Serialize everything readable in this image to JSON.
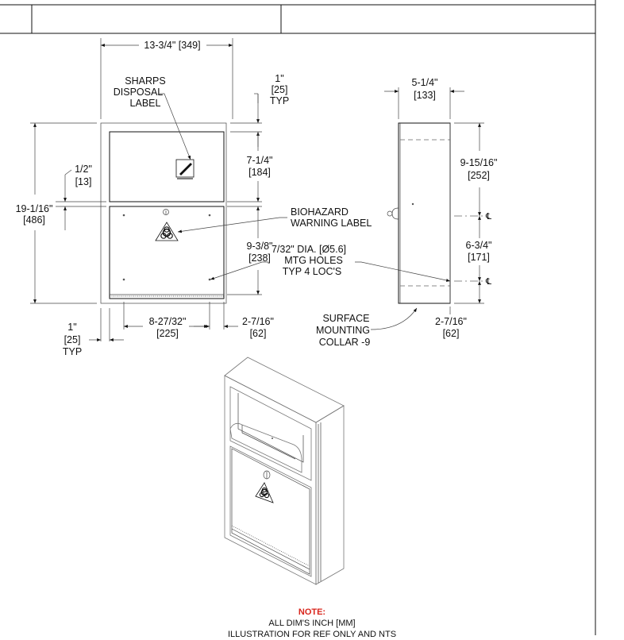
{
  "front_view": {
    "overall_width": "13-3/4\" [349]",
    "sharps_label": [
      "SHARPS",
      "DISPOSAL",
      "LABEL"
    ],
    "top_margin": [
      "1\"",
      "[25]",
      "TYP"
    ],
    "overall_height": [
      "19-1/16\"",
      "[486]"
    ],
    "upper_gap": [
      "1/2\"",
      "[13]"
    ],
    "upper_height": [
      "7-1/4\"",
      "[184]"
    ],
    "biohazard_label": [
      "BIOHAZARD",
      "WARNING LABEL"
    ],
    "lower_height": [
      "9-3/8\"",
      "[238]"
    ],
    "mtg_holes": [
      "7/32\" DIA. [Ø5.6]",
      "MTG HOLES",
      "TYP 4 LOC'S"
    ],
    "hole_spacing": [
      "8-27/32\"",
      "[225]"
    ],
    "right_offset": [
      "2-7/16\"",
      "[62]"
    ],
    "left_offset": [
      "1\"",
      "[25]",
      "TYP"
    ]
  },
  "side_view": {
    "depth": [
      "5-1/4\"",
      "[133]"
    ],
    "upper_dim": [
      "9-15/16\"",
      "[252]"
    ],
    "middle_dim": [
      "6-3/4\"",
      "[171]"
    ],
    "bottom_dim": [
      "2-7/16\"",
      "[62]"
    ],
    "collar_label": [
      "SURFACE",
      "MOUNTING",
      "COLLAR -9"
    ],
    "centerline_symbol": "℄"
  },
  "note": {
    "title": "NOTE:",
    "lines": [
      "ALL DIM'S INCH [MM]",
      "ILLUSTRATION FOR REF ONLY AND NTS"
    ]
  },
  "colors": {
    "note_title": "#d9251c",
    "line": "#111111"
  }
}
